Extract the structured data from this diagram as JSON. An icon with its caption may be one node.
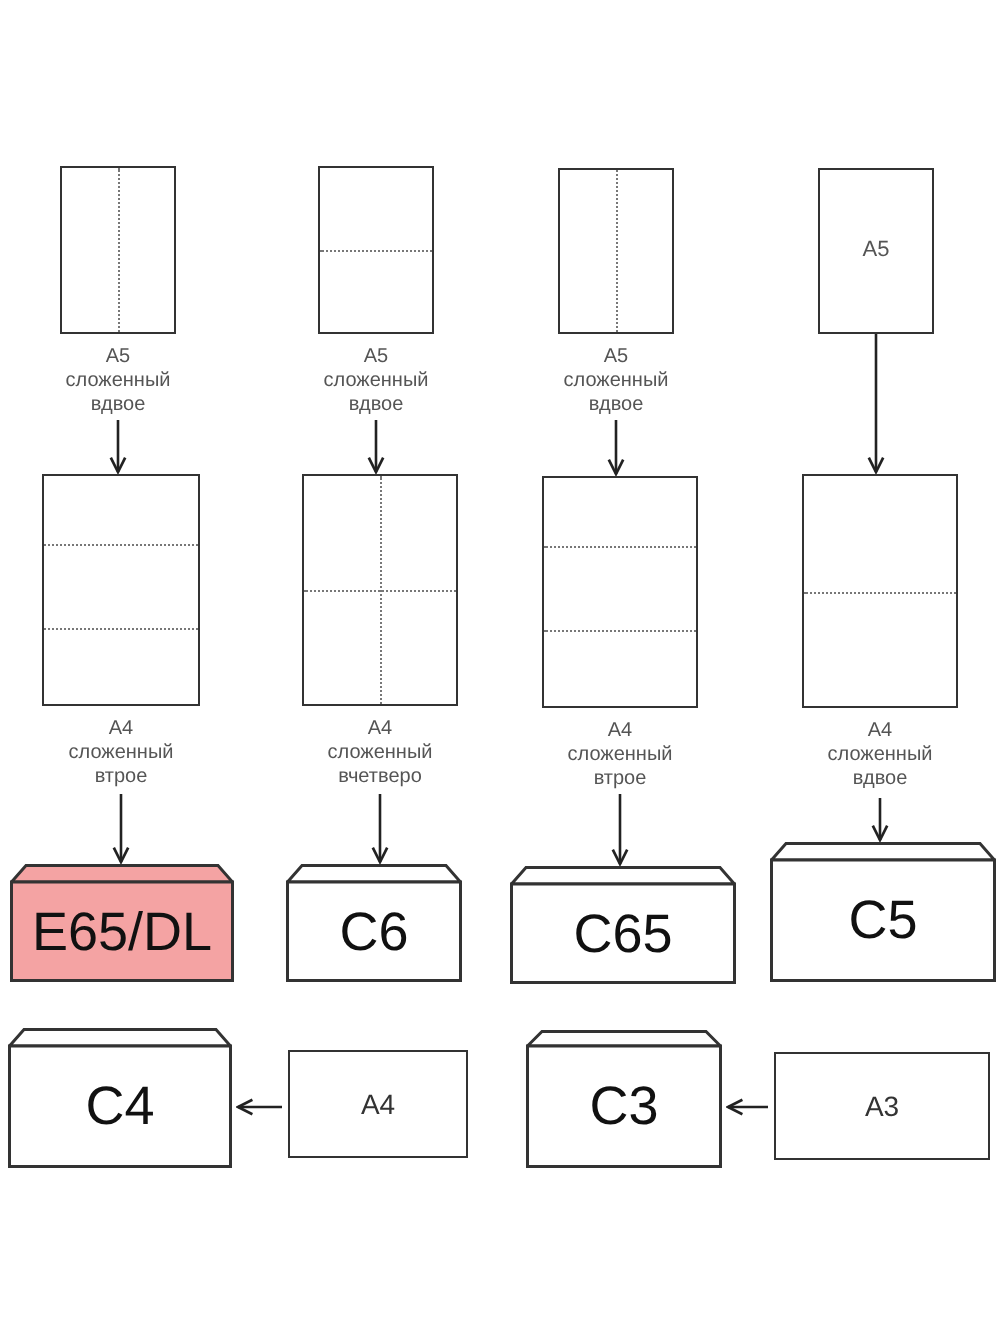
{
  "diagram": {
    "nodes": [
      {
        "text": [
          "A5 сложенный вдвое"
        ]
      },
      {
        "text": [
          "A5 сложенный вдвое"
        ]
      },
      {
        "text": [
          "A5 сложенный вдвое"
        ]
      },
      {
        "text": [
          "A5"
        ]
      },
      {
        "text": [
          "A4 сложенный втрое"
        ]
      },
      {
        "text": [
          "A4 сложенный вчетверо"
        ]
      },
      {
        "text": [
          "A4 сложенный втрое"
        ]
      },
      {
        "text": [
          "A4 сложенный вдвое"
        ]
      },
      {
        "text": [
          "E65/DL"
        ]
      },
      {
        "text": [
          "C6"
        ]
      },
      {
        "text": [
          "C65"
        ]
      },
      {
        "text": [
          "C5"
        ]
      },
      {
        "text": [
          "C4"
        ]
      },
      {
        "text": [
          "A4"
        ]
      },
      {
        "text": [
          "C3"
        ]
      },
      {
        "text": [
          "A3"
        ]
      }
    ],
    "edges": [
      {
        "from": 0,
        "to": 4,
        "arrow": "to"
      },
      {
        "from": 1,
        "to": 5,
        "arrow": "to"
      },
      {
        "from": 2,
        "to": 6,
        "arrow": "to"
      },
      {
        "from": 3,
        "to": 7,
        "arrow": "to"
      },
      {
        "from": 4,
        "to": 8,
        "arrow": "to"
      },
      {
        "from": 5,
        "to": 9,
        "arrow": "to"
      },
      {
        "from": 6,
        "to": 10,
        "arrow": "to"
      },
      {
        "from": 7,
        "to": 11,
        "arrow": "to"
      },
      {
        "from": 13,
        "to": 12,
        "arrow": "to"
      },
      {
        "from": 15,
        "to": 14,
        "arrow": "to"
      }
    ]
  }
}
